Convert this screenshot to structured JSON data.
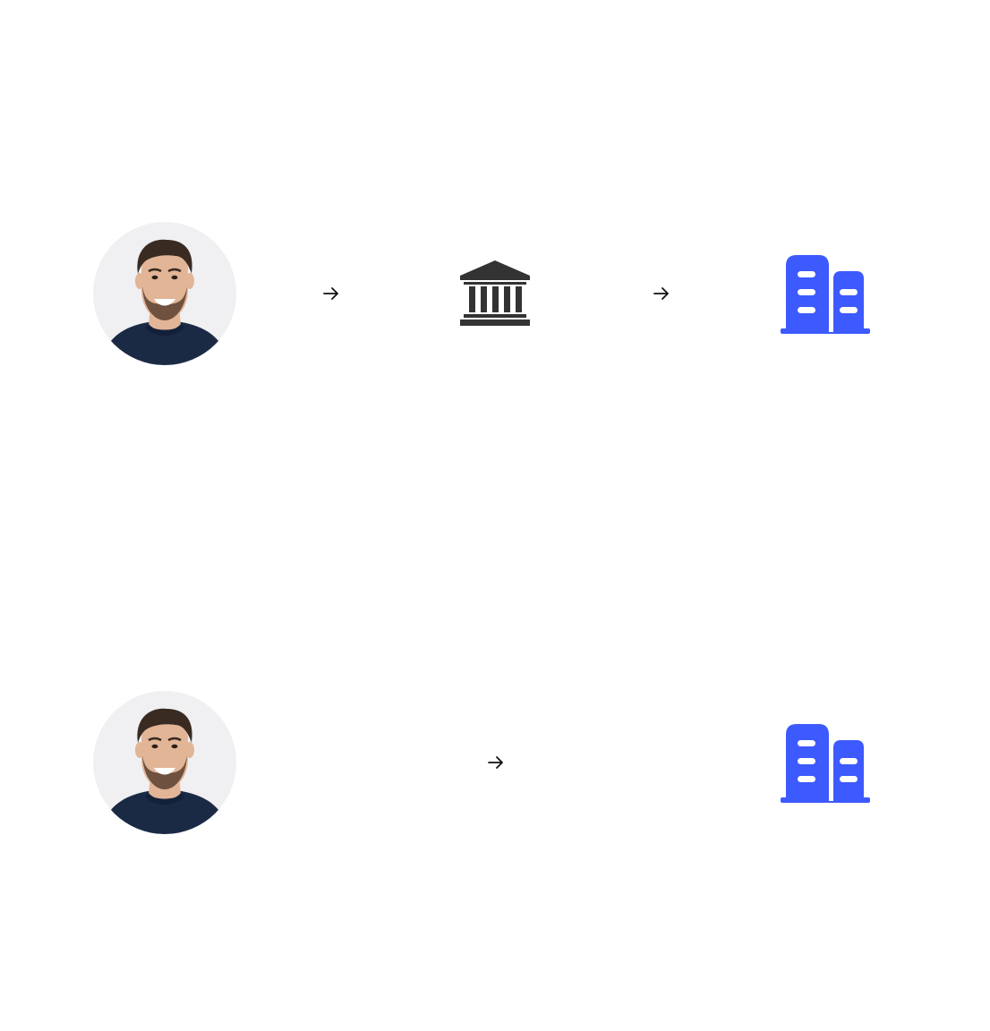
{
  "colors": {
    "avatar_background": "#f0f0f2",
    "shirt": "#1b2a44",
    "skin": "#e2b597",
    "hair": "#3a2b22",
    "bank_icon": "#333333",
    "company_icon": "#3d5afe",
    "arrow": "#111111"
  },
  "flows": [
    {
      "id": "flow-via-bank",
      "nodes": [
        {
          "kind": "person",
          "icon": "person-avatar-icon"
        },
        {
          "kind": "arrow",
          "icon": "arrow-right-icon"
        },
        {
          "kind": "bank",
          "icon": "bank-icon"
        },
        {
          "kind": "arrow",
          "icon": "arrow-right-icon"
        },
        {
          "kind": "company",
          "icon": "office-buildings-icon"
        }
      ]
    },
    {
      "id": "flow-direct",
      "nodes": [
        {
          "kind": "person",
          "icon": "person-avatar-icon"
        },
        {
          "kind": "arrow",
          "icon": "arrow-right-icon"
        },
        {
          "kind": "company",
          "icon": "office-buildings-icon"
        }
      ]
    }
  ]
}
